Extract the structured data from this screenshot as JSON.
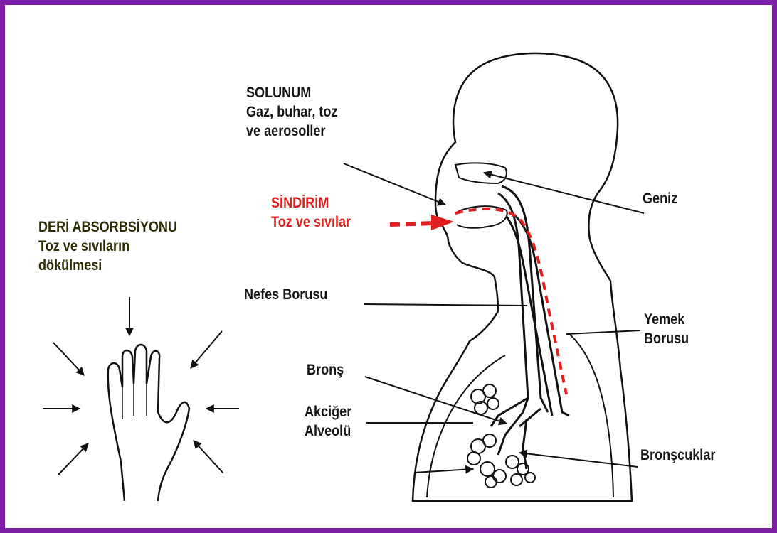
{
  "labels": {
    "solunum": [
      "SOLUNUM",
      "Gaz, buhar, toz",
      "ve aerosoller"
    ],
    "sindirim": [
      "SİNDİRİM",
      "Toz ve sıvılar"
    ],
    "deri": [
      "DERİ ABSORBSİYONU",
      "Toz ve sıvıların",
      "dökülmesi"
    ],
    "geniz": "Geniz",
    "nefes_borusu": "Nefes Borusu",
    "yemek_borusu": [
      "Yemek",
      "Borusu"
    ],
    "brons": "Bronş",
    "akciger_alveolu": [
      "Akciğer",
      "Alveolü"
    ],
    "bronscuklar": "Bronşcuklar"
  },
  "colors": {
    "frame": "#7d1fa8",
    "ingestion": "#e01e1e",
    "text": "#151515"
  }
}
